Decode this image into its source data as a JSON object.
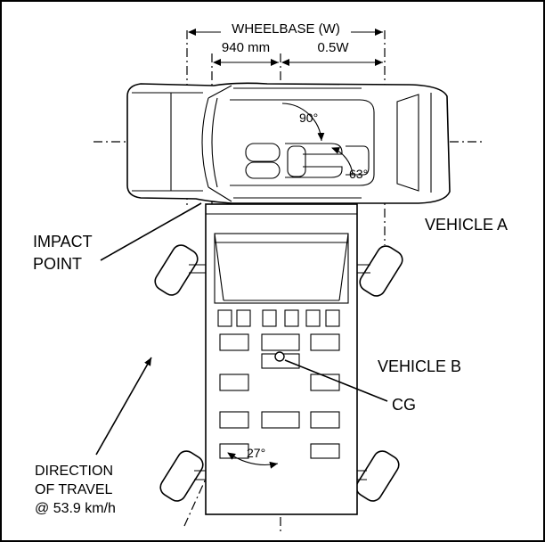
{
  "labels": {
    "wheelbase": "WHEELBASE (W)",
    "dim_940": "940 mm",
    "dim_half_w": "0.5W",
    "angle_90": "90°",
    "angle_63": "63°",
    "angle_27": "27°",
    "vehicle_a": "VEHICLE A",
    "vehicle_b": "VEHICLE B",
    "impact_line1": "IMPACT",
    "impact_line2": "POINT",
    "cg": "CG",
    "direction_line1": "DIRECTION",
    "direction_line2": "OF TRAVEL",
    "direction_line3": "@ 53.9 km/h"
  }
}
